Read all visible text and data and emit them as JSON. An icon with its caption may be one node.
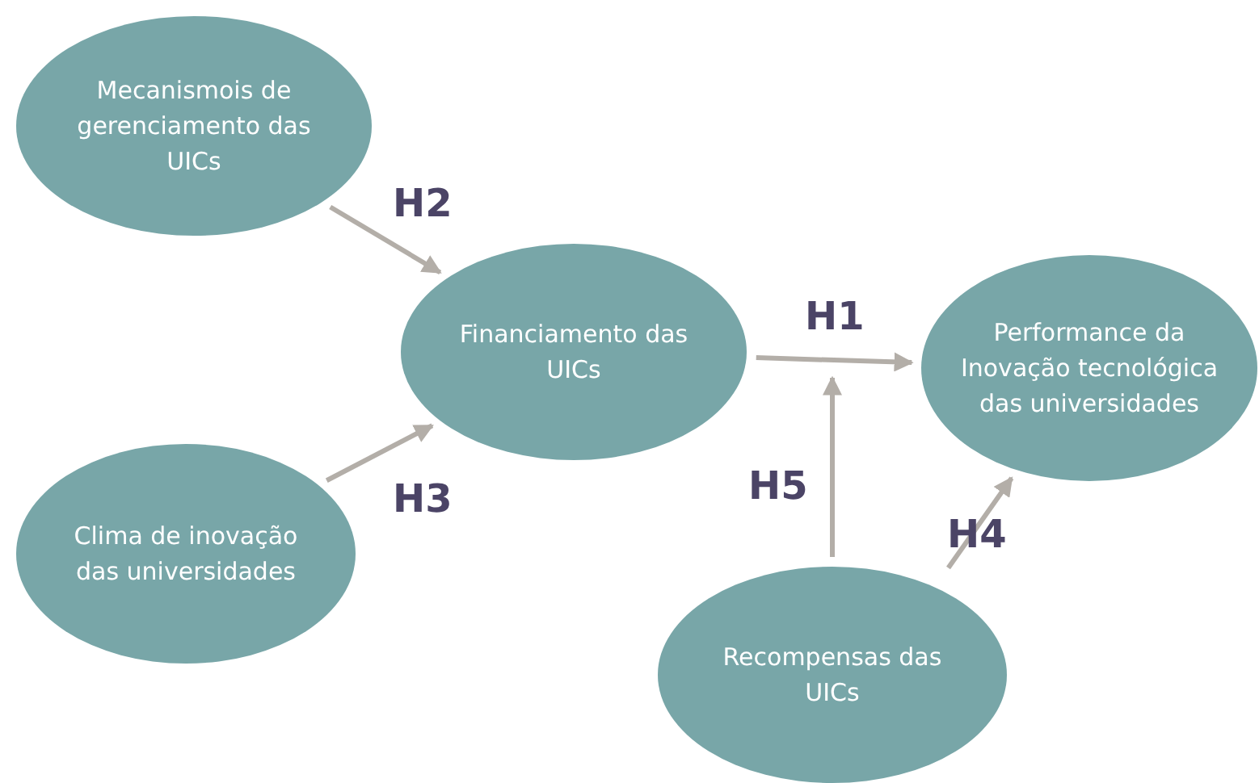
{
  "diagram": {
    "nodes": [
      {
        "text": [
          "Mecanismois de gerenciamento das UICs"
        ]
      },
      {
        "text": [
          "Financiamento das UICs"
        ]
      },
      {
        "text": [
          "Performance da Inovação tecnológica das universidades"
        ]
      },
      {
        "text": [
          "Clima de inovação das universidades"
        ]
      },
      {
        "text": [
          "Recompensas das UICs"
        ]
      }
    ],
    "edges": [
      {
        "from": 0,
        "to": 1,
        "arrow": "to",
        "label": "H2"
      },
      {
        "from": 1,
        "to": 2,
        "arrow": "to",
        "label": "H1"
      },
      {
        "from": 3,
        "to": 1,
        "arrow": "to",
        "label": "H3"
      },
      {
        "from": 4,
        "to": 2,
        "arrow": "to",
        "label": "H4"
      },
      {
        "from": 4,
        "to": null,
        "arrow": "to",
        "label": "H5"
      }
    ]
  }
}
